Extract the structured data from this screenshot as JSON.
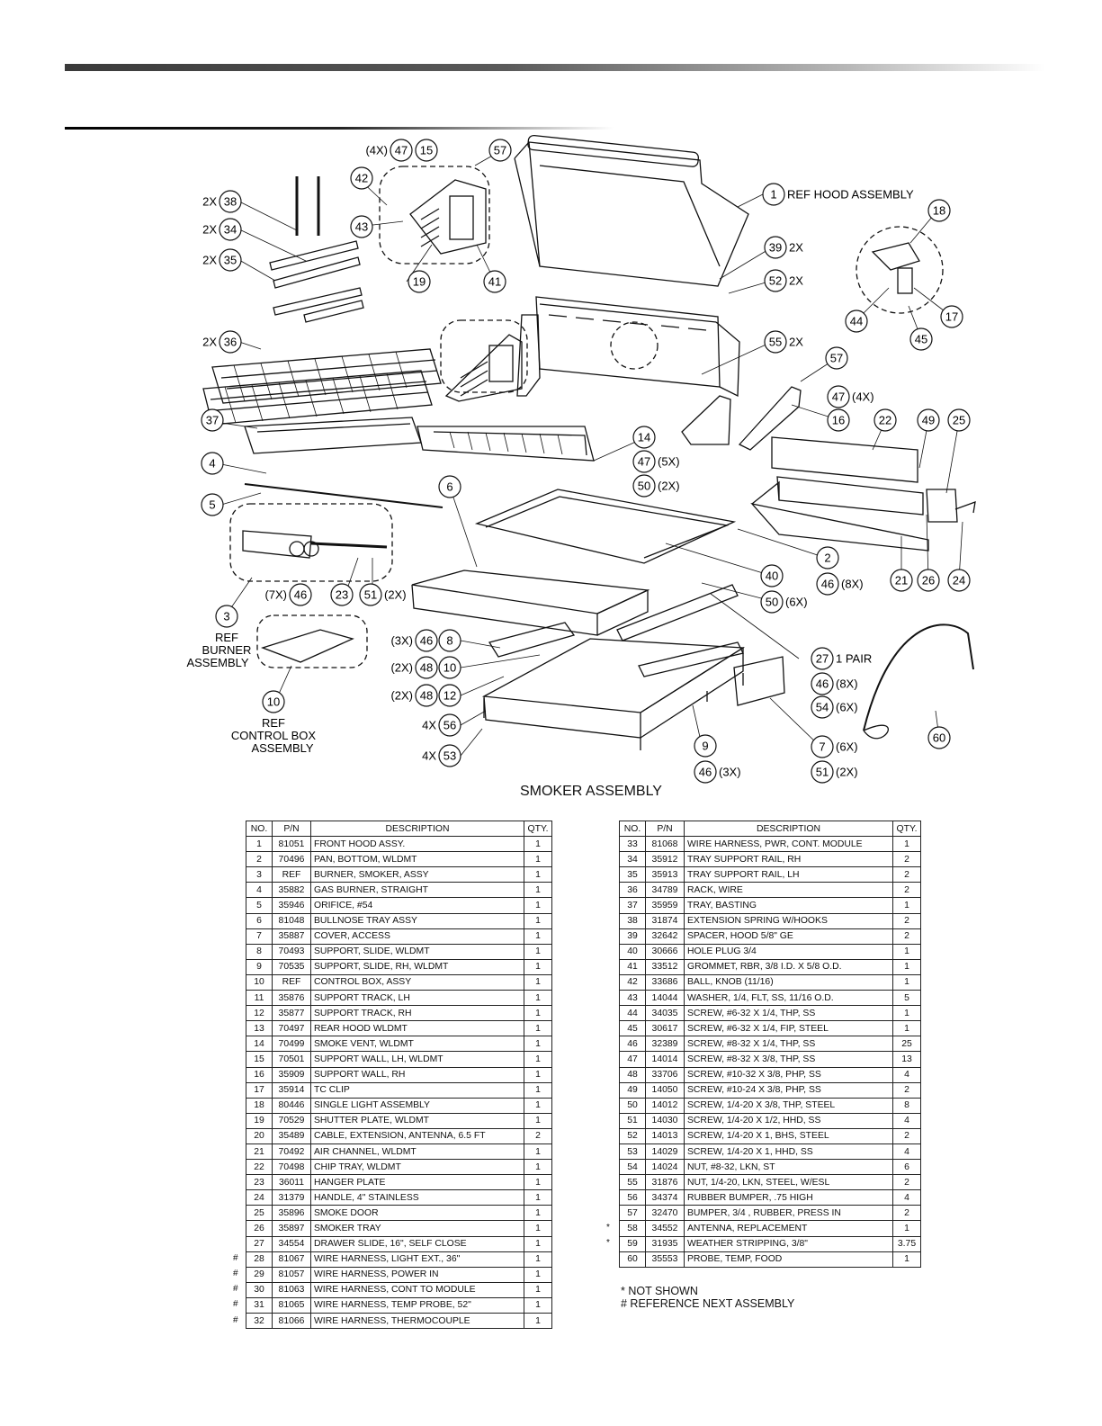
{
  "diagram": {
    "title": "SMOKER ASSEMBLY",
    "callouts": [
      {
        "num": "47",
        "label": "(4X)"
      },
      {
        "num": "15",
        "label": ""
      },
      {
        "num": "57",
        "label": ""
      },
      {
        "num": "42",
        "label": ""
      },
      {
        "num": "43",
        "label": ""
      },
      {
        "num": "19",
        "label": ""
      },
      {
        "num": "41",
        "label": ""
      },
      {
        "num": "38",
        "label": "2X"
      },
      {
        "num": "34",
        "label": "2X"
      },
      {
        "num": "35",
        "label": "2X"
      },
      {
        "num": "36",
        "label": "2X"
      },
      {
        "num": "37",
        "label": ""
      },
      {
        "num": "1",
        "label": "REF HOOD ASSEMBLY"
      },
      {
        "num": "18",
        "label": ""
      },
      {
        "num": "39",
        "label": "2X"
      },
      {
        "num": "52",
        "label": "2X"
      },
      {
        "num": "44",
        "label": ""
      },
      {
        "num": "17",
        "label": ""
      },
      {
        "num": "45",
        "label": ""
      },
      {
        "num": "55",
        "label": "2X"
      },
      {
        "num": "57",
        "label": ""
      },
      {
        "num": "47",
        "label": "(4X)"
      },
      {
        "num": "16",
        "label": ""
      },
      {
        "num": "22",
        "label": ""
      },
      {
        "num": "49",
        "label": ""
      },
      {
        "num": "25",
        "label": ""
      },
      {
        "num": "14",
        "label": ""
      },
      {
        "num": "47",
        "label": "(5X)"
      },
      {
        "num": "50",
        "label": "(2X)"
      },
      {
        "num": "4",
        "label": ""
      },
      {
        "num": "5",
        "label": ""
      },
      {
        "num": "6",
        "label": ""
      },
      {
        "num": "2",
        "label": ""
      },
      {
        "num": "46",
        "label": "(8X)"
      },
      {
        "num": "21",
        "label": ""
      },
      {
        "num": "26",
        "label": ""
      },
      {
        "num": "24",
        "label": ""
      },
      {
        "num": "40",
        "label": ""
      },
      {
        "num": "50",
        "label": "(6X)"
      },
      {
        "num": "46",
        "label": "(7X)"
      },
      {
        "num": "23",
        "label": ""
      },
      {
        "num": "51",
        "label": "(2X)"
      },
      {
        "num": "3",
        "label": "REF BURNER ASSEMBLY"
      },
      {
        "num": "46",
        "label": "(3X)"
      },
      {
        "num": "8",
        "label": ""
      },
      {
        "num": "48",
        "label": "(2X)"
      },
      {
        "num": "10",
        "label": ""
      },
      {
        "num": "48",
        "label": "(2X)"
      },
      {
        "num": "12",
        "label": ""
      },
      {
        "num": "56",
        "label": "4X"
      },
      {
        "num": "53",
        "label": "4X"
      },
      {
        "num": "27",
        "label": "1 PAIR"
      },
      {
        "num": "46",
        "label": "(8X)"
      },
      {
        "num": "54",
        "label": "(6X)"
      },
      {
        "num": "60",
        "label": ""
      },
      {
        "num": "9",
        "label": ""
      },
      {
        "num": "46",
        "label": "(3X)"
      },
      {
        "num": "7",
        "label": "(6X)"
      },
      {
        "num": "51",
        "label": "(2X)"
      },
      {
        "num": "10",
        "label": "REF CONTROL BOX ASSEMBLY"
      }
    ]
  },
  "parts_table": {
    "headers": {
      "no": "NO.",
      "pn": "P/N",
      "description": "DESCRIPTION",
      "qty": "QTY."
    },
    "left": [
      {
        "mark": "",
        "no": "1",
        "pn": "81051",
        "description": "FRONT HOOD ASSY.",
        "qty": "1"
      },
      {
        "mark": "",
        "no": "2",
        "pn": "70496",
        "description": "PAN, BOTTOM, WLDMT",
        "qty": "1"
      },
      {
        "mark": "",
        "no": "3",
        "pn": "REF",
        "description": "BURNER, SMOKER, ASSY",
        "qty": "1"
      },
      {
        "mark": "",
        "no": "4",
        "pn": "35882",
        "description": "GAS BURNER, STRAIGHT",
        "qty": "1"
      },
      {
        "mark": "",
        "no": "5",
        "pn": "35946",
        "description": "ORIFICE, #54",
        "qty": "1"
      },
      {
        "mark": "",
        "no": "6",
        "pn": "81048",
        "description": "BULLNOSE TRAY ASSY",
        "qty": "1"
      },
      {
        "mark": "",
        "no": "7",
        "pn": "35887",
        "description": "COVER, ACCESS",
        "qty": "1"
      },
      {
        "mark": "",
        "no": "8",
        "pn": "70493",
        "description": "SUPPORT, SLIDE, WLDMT",
        "qty": "1"
      },
      {
        "mark": "",
        "no": "9",
        "pn": "70535",
        "description": "SUPPORT, SLIDE, RH, WLDMT",
        "qty": "1"
      },
      {
        "mark": "",
        "no": "10",
        "pn": "REF",
        "description": "CONTROL BOX, ASSY",
        "qty": "1"
      },
      {
        "mark": "",
        "no": "11",
        "pn": "35876",
        "description": "SUPPORT TRACK, LH",
        "qty": "1"
      },
      {
        "mark": "",
        "no": "12",
        "pn": "35877",
        "description": "SUPPORT TRACK, RH",
        "qty": "1"
      },
      {
        "mark": "",
        "no": "13",
        "pn": "70497",
        "description": "REAR HOOD WLDMT",
        "qty": "1"
      },
      {
        "mark": "",
        "no": "14",
        "pn": "70499",
        "description": "SMOKE VENT, WLDMT",
        "qty": "1"
      },
      {
        "mark": "",
        "no": "15",
        "pn": "70501",
        "description": "SUPPORT WALL, LH, WLDMT",
        "qty": "1"
      },
      {
        "mark": "",
        "no": "16",
        "pn": "35909",
        "description": "SUPPORT WALL, RH",
        "qty": "1"
      },
      {
        "mark": "",
        "no": "17",
        "pn": "35914",
        "description": "TC CLIP",
        "qty": "1"
      },
      {
        "mark": "",
        "no": "18",
        "pn": "80446",
        "description": "SINGLE LIGHT ASSEMBLY",
        "qty": "1"
      },
      {
        "mark": "",
        "no": "19",
        "pn": "70529",
        "description": "SHUTTER PLATE, WLDMT",
        "qty": "1"
      },
      {
        "mark": "",
        "no": "20",
        "pn": "35489",
        "description": "CABLE, EXTENSION, ANTENNA, 6.5 FT",
        "qty": "2"
      },
      {
        "mark": "",
        "no": "21",
        "pn": "70492",
        "description": "AIR CHANNEL, WLDMT",
        "qty": "1"
      },
      {
        "mark": "",
        "no": "22",
        "pn": "70498",
        "description": "CHIP TRAY, WLDMT",
        "qty": "1"
      },
      {
        "mark": "",
        "no": "23",
        "pn": "36011",
        "description": "HANGER PLATE",
        "qty": "1"
      },
      {
        "mark": "",
        "no": "24",
        "pn": "31379",
        "description": "HANDLE, 4\" STAINLESS",
        "qty": "1"
      },
      {
        "mark": "",
        "no": "25",
        "pn": "35896",
        "description": "SMOKE DOOR",
        "qty": "1"
      },
      {
        "mark": "",
        "no": "26",
        "pn": "35897",
        "description": "SMOKER TRAY",
        "qty": "1"
      },
      {
        "mark": "",
        "no": "27",
        "pn": "34554",
        "description": "DRAWER SLIDE, 16\", SELF CLOSE",
        "qty": "1"
      },
      {
        "mark": "#",
        "no": "28",
        "pn": "81067",
        "description": "WIRE HARNESS, LIGHT EXT., 36\"",
        "qty": "1"
      },
      {
        "mark": "#",
        "no": "29",
        "pn": "81057",
        "description": "WIRE HARNESS, POWER IN",
        "qty": "1"
      },
      {
        "mark": "#",
        "no": "30",
        "pn": "81063",
        "description": "WIRE HARNESS, CONT TO MODULE",
        "qty": "1"
      },
      {
        "mark": "#",
        "no": "31",
        "pn": "81065",
        "description": "WIRE HARNESS, TEMP PROBE, 52\"",
        "qty": "1"
      },
      {
        "mark": "#",
        "no": "32",
        "pn": "81066",
        "description": "WIRE HARNESS, THERMOCOUPLE",
        "qty": "1"
      }
    ],
    "right": [
      {
        "mark": "",
        "no": "33",
        "pn": "81068",
        "description": "WIRE HARNESS, PWR, CONT. MODULE",
        "qty": "1"
      },
      {
        "mark": "",
        "no": "34",
        "pn": "35912",
        "description": "TRAY SUPPORT RAIL, RH",
        "qty": "2"
      },
      {
        "mark": "",
        "no": "35",
        "pn": "35913",
        "description": "TRAY SUPPORT RAIL, LH",
        "qty": "2"
      },
      {
        "mark": "",
        "no": "36",
        "pn": "34789",
        "description": "RACK, WIRE",
        "qty": "2"
      },
      {
        "mark": "",
        "no": "37",
        "pn": "35959",
        "description": "TRAY, BASTING",
        "qty": "1"
      },
      {
        "mark": "",
        "no": "38",
        "pn": "31874",
        "description": "EXTENSION SPRING W/HOOKS",
        "qty": "2"
      },
      {
        "mark": "",
        "no": "39",
        "pn": "32642",
        "description": "SPACER, HOOD 5/8\" GE",
        "qty": "2"
      },
      {
        "mark": "",
        "no": "40",
        "pn": "30666",
        "description": "HOLE PLUG 3/4",
        "qty": "1"
      },
      {
        "mark": "",
        "no": "41",
        "pn": "33512",
        "description": "GROMMET, RBR, 3/8 I.D. X 5/8 O.D.",
        "qty": "1"
      },
      {
        "mark": "",
        "no": "42",
        "pn": "33686",
        "description": "BALL, KNOB (11/16)",
        "qty": "1"
      },
      {
        "mark": "",
        "no": "43",
        "pn": "14044",
        "description": "WASHER, 1/4, FLT, SS, 11/16 O.D.",
        "qty": "5"
      },
      {
        "mark": "",
        "no": "44",
        "pn": "34035",
        "description": "SCREW, #6-32 X 1/4, THP, SS",
        "qty": "1"
      },
      {
        "mark": "",
        "no": "45",
        "pn": "30617",
        "description": "SCREW, #6-32 X 1/4, FIP, STEEL",
        "qty": "1"
      },
      {
        "mark": "",
        "no": "46",
        "pn": "32389",
        "description": "SCREW, #8-32 X 1/4, THP, SS",
        "qty": "25"
      },
      {
        "mark": "",
        "no": "47",
        "pn": "14014",
        "description": "SCREW, #8-32 X 3/8, THP, SS",
        "qty": "13"
      },
      {
        "mark": "",
        "no": "48",
        "pn": "33706",
        "description": "SCREW, #10-32 X 3/8, PHP, SS",
        "qty": "4"
      },
      {
        "mark": "",
        "no": "49",
        "pn": "14050",
        "description": "SCREW, #10-24 X 3/8, PHP, SS",
        "qty": "2"
      },
      {
        "mark": "",
        "no": "50",
        "pn": "14012",
        "description": "SCREW, 1/4-20 X 3/8, THP, STEEL",
        "qty": "8"
      },
      {
        "mark": "",
        "no": "51",
        "pn": "14030",
        "description": "SCREW, 1/4-20 X 1/2, HHD, SS",
        "qty": "4"
      },
      {
        "mark": "",
        "no": "52",
        "pn": "14013",
        "description": "SCREW, 1/4-20 X 1, BHS, STEEL",
        "qty": "2"
      },
      {
        "mark": "",
        "no": "53",
        "pn": "14029",
        "description": "SCREW, 1/4-20 X 1, HHD, SS",
        "qty": "4"
      },
      {
        "mark": "",
        "no": "54",
        "pn": "14024",
        "description": "NUT, #8-32, LKN, ST",
        "qty": "6"
      },
      {
        "mark": "",
        "no": "55",
        "pn": "31876",
        "description": "NUT, 1/4-20, LKN, STEEL, W/ESL",
        "qty": "2"
      },
      {
        "mark": "",
        "no": "56",
        "pn": "34374",
        "description": "RUBBER BUMPER, .75 HIGH",
        "qty": "4"
      },
      {
        "mark": "",
        "no": "57",
        "pn": "32470",
        "description": "BUMPER, 3/4 , RUBBER, PRESS IN",
        "qty": "2"
      },
      {
        "mark": "*",
        "no": "58",
        "pn": "34552",
        "description": "ANTENNA, REPLACEMENT",
        "qty": "1"
      },
      {
        "mark": "*",
        "no": "59",
        "pn": "31935",
        "description": "WEATHER STRIPPING, 3/8\"",
        "qty": "3.75"
      },
      {
        "mark": "",
        "no": "60",
        "pn": "35553",
        "description": "PROBE, TEMP, FOOD",
        "qty": "1"
      }
    ]
  },
  "notes": {
    "not_shown": "*   NOT SHOWN",
    "reference": "#  REFERENCE NEXT ASSEMBLY"
  }
}
